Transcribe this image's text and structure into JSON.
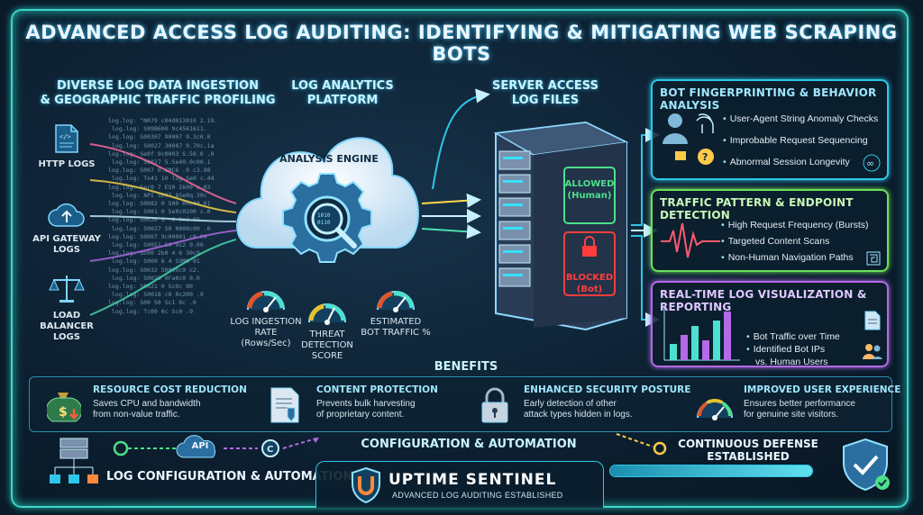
{
  "title": "ADVANCED ACCESS LOG AUDITING: IDENTIFYING & MITIGATING WEB SCRAPING BOTS",
  "ingestion": {
    "heading_line1": "DIVERSE LOG DATA INGESTION",
    "heading_line2": "& GEOGRAPHIC TRAFFIC PROFILING",
    "sources": [
      {
        "label_line1": "HTTP LOGS",
        "label_line2": "",
        "label_line3": "",
        "icon": "document-code-icon"
      },
      {
        "label_line1": "API GATEWAY",
        "label_line2": "LOGS",
        "label_line3": "",
        "icon": "cloud-upload-icon"
      },
      {
        "label_line1": "LOAD",
        "label_line2": "BALANCER",
        "label_line3": "LOGS",
        "icon": "balance-scale-icon"
      }
    ]
  },
  "platform": {
    "heading_line1": "LOG ANALYTICS",
    "heading_line2": "PLATFORM",
    "engine_label": "ANALYSIS ENGINE"
  },
  "gauges": [
    {
      "line1": "LOG INGESTION",
      "line2": "RATE",
      "line3": "(Rows/Sec)",
      "color": "#e2542a"
    },
    {
      "line1": "THREAT",
      "line2": "DETECTION",
      "line3": "SCORE",
      "color": "#e6c22a"
    },
    {
      "line1": "ESTIMATED",
      "line2": "BOT TRAFFIC %",
      "line3": "",
      "color": "#e2542a"
    }
  ],
  "server": {
    "heading_line1": "SERVER ACCESS",
    "heading_line2": "LOG FILES",
    "allowed_line1": "ALLOWED",
    "allowed_line2": "(Human)",
    "blocked_line1": "BLOCKED",
    "blocked_line2": "(Bot)",
    "allowed_color": "#4ce08a",
    "blocked_color": "#ff3d3d"
  },
  "panels": [
    {
      "title": "BOT FINGERPRINTING & BEHAVIOR ANALYSIS",
      "color": "#2ec7e8",
      "items": [
        "User-Agent String Anomaly Checks",
        "Improbable Request Sequencing",
        "Abnormal Session Longevity"
      ]
    },
    {
      "title": "TRAFFIC PATTERN & ENDPOINT DETECTION",
      "color": "#6ee05a",
      "items": [
        "High Request Frequency (Bursts)",
        "Targeted Content Scans",
        "Non-Human Navigation Paths"
      ]
    },
    {
      "title": "REAL-TIME LOG VISUALIZATION & REPORTING",
      "color": "#b46ae8",
      "items": [
        "Bot Traffic over Time",
        "Identified Bot IPs",
        "vs. Human Users"
      ]
    }
  ],
  "benefits": {
    "heading": "BENEFITS",
    "items": [
      {
        "title": "RESOURCE COST REDUCTION",
        "desc_line1": "Saves CPU and bandwidth",
        "desc_line2": "from non-value traffic.",
        "desc_line3": "",
        "icon": "money-bag-icon"
      },
      {
        "title": "CONTENT PROTECTION",
        "desc_line1": "Prevents bulk harvesting",
        "desc_line2": "of proprietary content.",
        "desc_line3": "",
        "icon": "document-icon"
      },
      {
        "title": "ENHANCED SECURITY POSTURE",
        "desc_line1": "Early detection of other",
        "desc_line2": "attack types hidden in logs.",
        "desc_line3": "",
        "icon": "padlock-icon"
      },
      {
        "title": "IMPROVED USER EXPERIENCE",
        "desc_line1": "Ensures better performance",
        "desc_line2": "for genuine site visitors.",
        "desc_line3": "",
        "icon": "speedometer-icon"
      }
    ]
  },
  "bottom": {
    "api_label": "API",
    "log_config_label": "LOG CONFIGURATION & AUTOMATION",
    "config_heading": "CONFIGURATION & AUTOMATION",
    "defense_line1": "CONTINUOUS DEFENSE",
    "defense_line2": "ESTABLISHED",
    "brand_name": "UPTIME SENTINEL",
    "brand_tagline": "ADVANCED LOG AUDITING ESTABLISHED"
  },
  "log_lines": [
    "log.log:  \"N079 c04d013010 2.19.",
    "log.log:  S09B600 9c4561611.",
    "log.log:  S00307 90007 9.3c0.0",
    "log.log:  S0027 30007 9.70c.1a",
    "log.log:  Se0f 9c0003 S.50.0 .0",
    "log.log:  S0027 5.Se40.0c00.1",
    "log.log:  S007 0.SMC6 .9 c3.90",
    "log.log:  To41 10 log.Se0 c.44",
    "log.log:  Ser0 7 ES0 I600 c.03",
    "log.log:  API  S007 8Se0q.30c",
    "log.log:  S0082 0 S00 00c40.01",
    "log.log:  S001 0 5e0c0200 c.0",
    "log.log:  S0020 S .0 9c2.09",
    "log.log:  S0027 S0 0000c00 .0",
    "log.log:  S0007 9c00001 c9.09",
    "log.log:  S0051 S0 9c2 0.00",
    "log.log:  So00 2b0 4 6 30c9",
    "log.log:  S000 6 4 SOM0 01",
    "log.log:  S0032 50000c9 c2.",
    "log.log:  S0028 0Fa0c0 0.0",
    "log.log:  S0021 0 Sc0c 90",
    "log.log:  S0018 c0 0c200 .9",
    "log.log:  S00 S0 Sc1 0c .0",
    "log.log:  Tc00 0c Sc0 .9"
  ]
}
